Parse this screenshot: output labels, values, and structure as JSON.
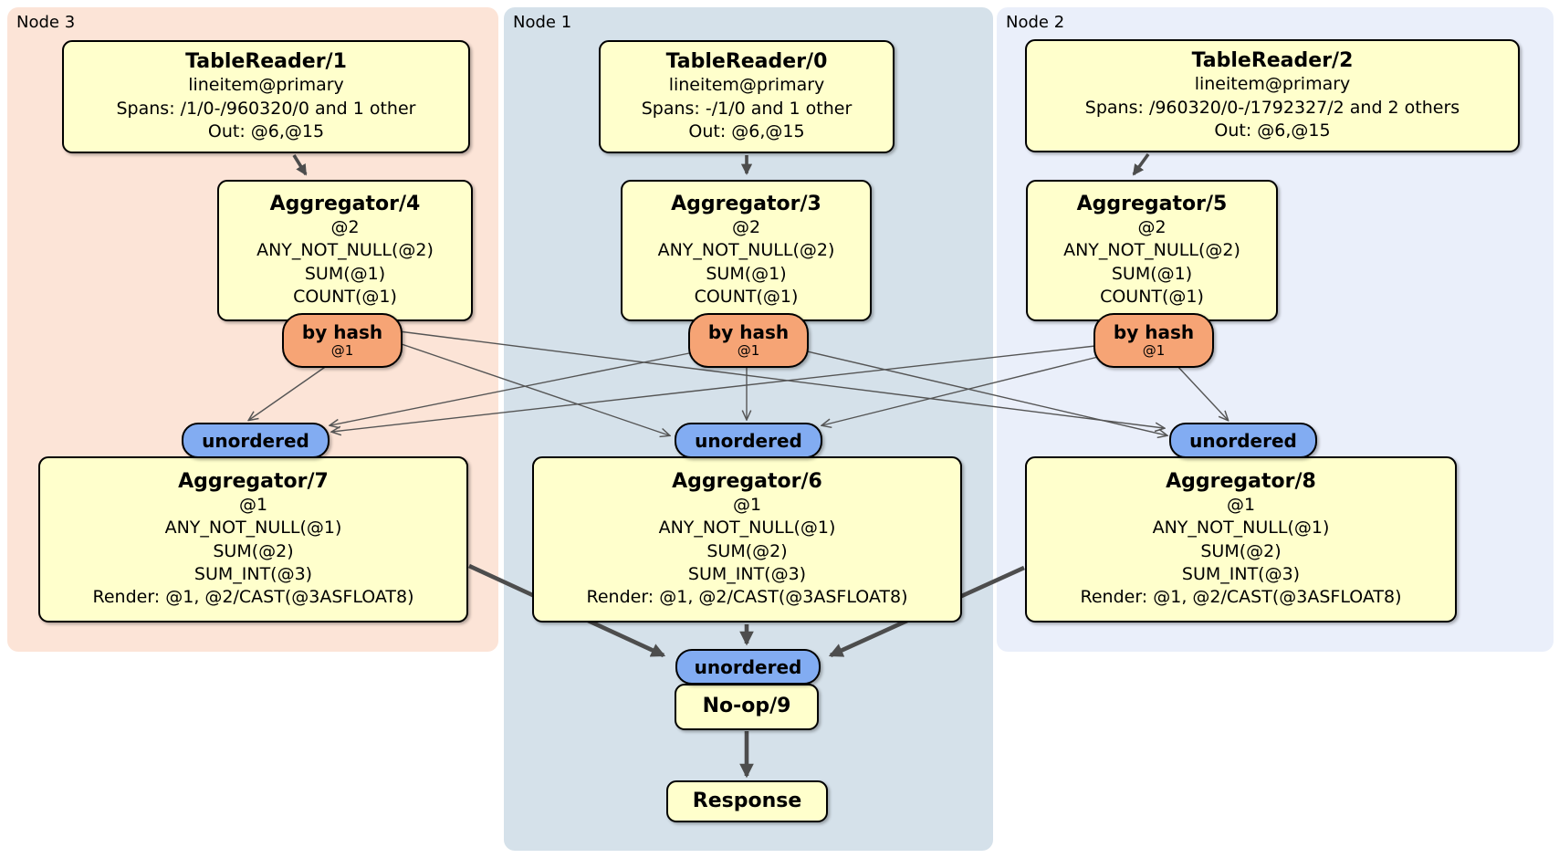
{
  "groups": {
    "node3": {
      "label": "Node 3"
    },
    "node1": {
      "label": "Node 1"
    },
    "node2": {
      "label": "Node 2"
    }
  },
  "processors": {
    "tr1": {
      "title": "TableReader/1",
      "lines": [
        "lineitem@primary",
        "Spans: /1/0-/960320/0 and 1 other",
        "Out: @6,@15"
      ]
    },
    "tr0": {
      "title": "TableReader/0",
      "lines": [
        "lineitem@primary",
        "Spans: -/1/0 and 1 other",
        "Out: @6,@15"
      ]
    },
    "tr2": {
      "title": "TableReader/2",
      "lines": [
        "lineitem@primary",
        "Spans: /960320/0-/1792327/2 and 2 others",
        "Out: @6,@15"
      ]
    },
    "agg4": {
      "title": "Aggregator/4",
      "lines": [
        "@2",
        "ANY_NOT_NULL(@2)",
        "SUM(@1)",
        "COUNT(@1)"
      ]
    },
    "agg3": {
      "title": "Aggregator/3",
      "lines": [
        "@2",
        "ANY_NOT_NULL(@2)",
        "SUM(@1)",
        "COUNT(@1)"
      ]
    },
    "agg5": {
      "title": "Aggregator/5",
      "lines": [
        "@2",
        "ANY_NOT_NULL(@2)",
        "SUM(@1)",
        "COUNT(@1)"
      ]
    },
    "agg7": {
      "title": "Aggregator/7",
      "lines": [
        "@1",
        "ANY_NOT_NULL(@1)",
        "SUM(@2)",
        "SUM_INT(@3)",
        "Render: @1, @2/CAST(@3ASFLOAT8)"
      ]
    },
    "agg6": {
      "title": "Aggregator/6",
      "lines": [
        "@1",
        "ANY_NOT_NULL(@1)",
        "SUM(@2)",
        "SUM_INT(@3)",
        "Render: @1, @2/CAST(@3ASFLOAT8)"
      ]
    },
    "agg8": {
      "title": "Aggregator/8",
      "lines": [
        "@1",
        "ANY_NOT_NULL(@1)",
        "SUM(@2)",
        "SUM_INT(@3)",
        "Render: @1, @2/CAST(@3ASFLOAT8)"
      ]
    },
    "noop": {
      "title": "No-op/9"
    },
    "response": {
      "title": "Response"
    }
  },
  "router": {
    "label": "by hash",
    "sublabel": "@1"
  },
  "stream": {
    "label": "unordered"
  },
  "colors": {
    "node3_bg": "#fce4d7",
    "node1_bg": "#d5e1ea",
    "node2_bg": "#eaeffa",
    "processor_fill": "#ffffcc",
    "router_fill": "#f6a475",
    "stream_fill": "#82acf2",
    "edge": "#4d4d4d"
  }
}
